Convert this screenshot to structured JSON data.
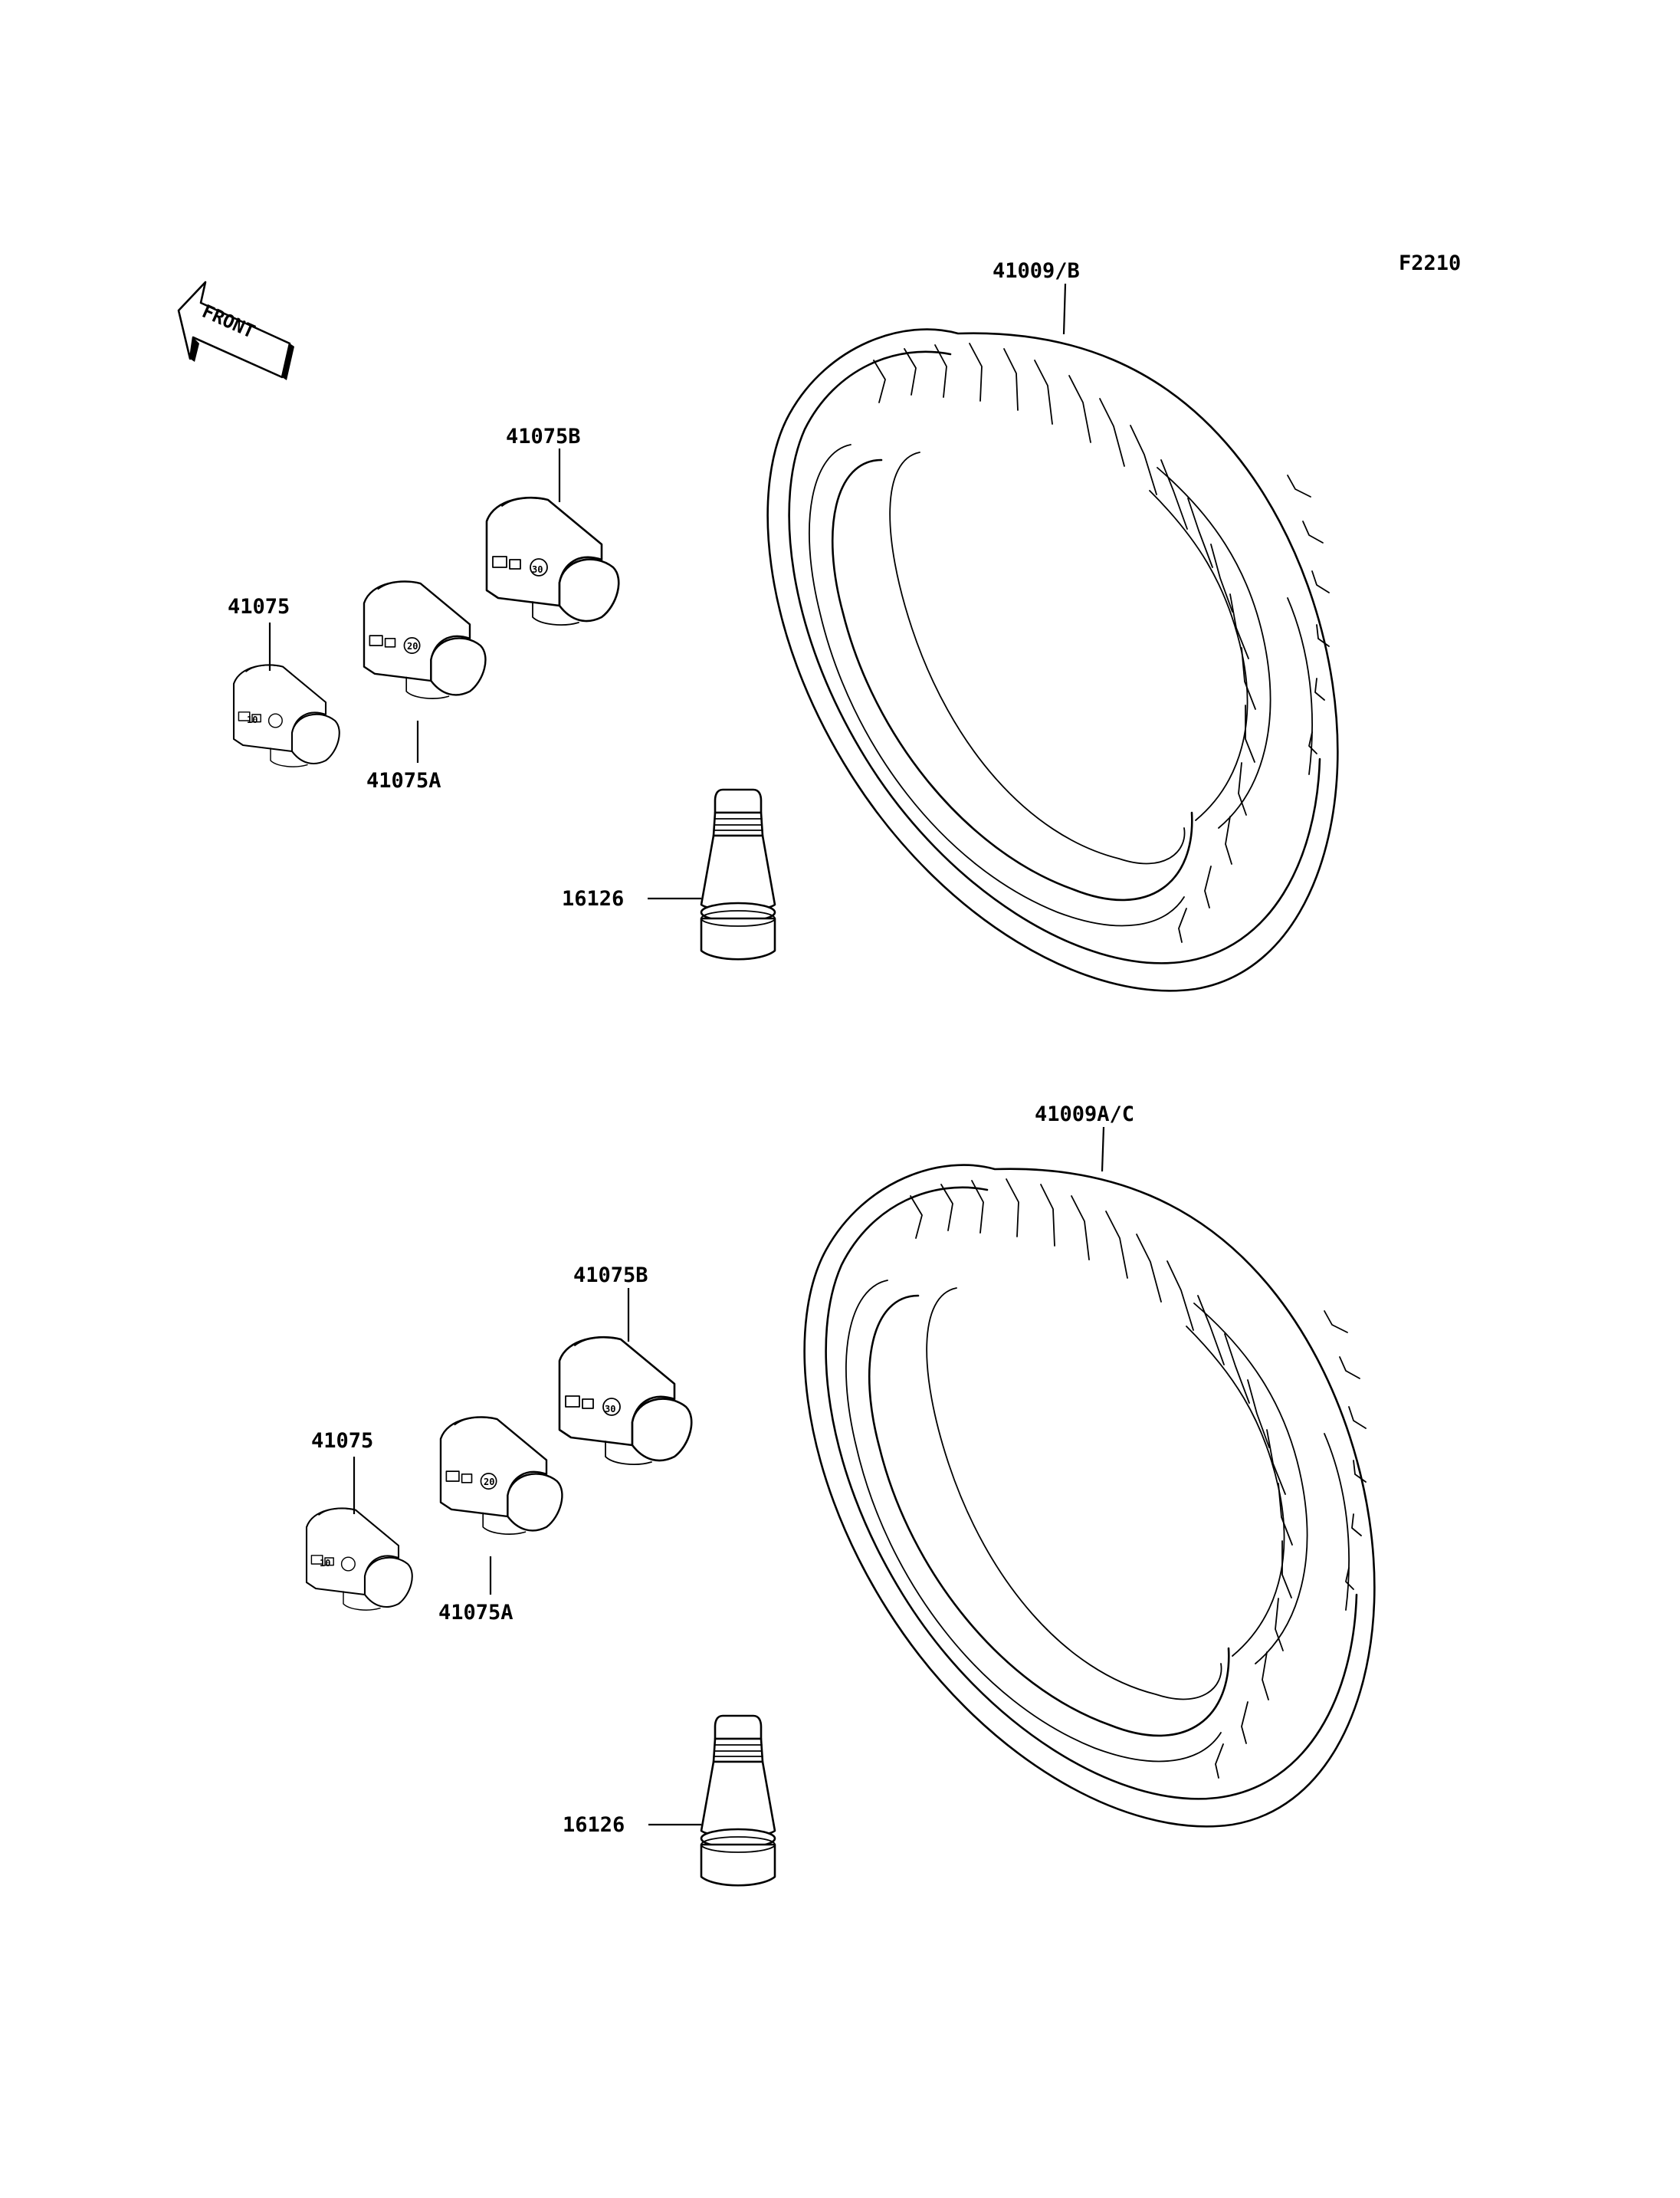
{
  "figure_code": "F2210",
  "front_arrow": {
    "label": "FRONT"
  },
  "top_group": {
    "tire_label": "41009/B",
    "weight_b_label": "41075B",
    "weight_label": "41075",
    "weight_a_label": "41075A",
    "valve_label": "16126",
    "weight_markings": [
      "30",
      "20",
      "10"
    ]
  },
  "bottom_group": {
    "tire_label": "41009A/C",
    "weight_b_label": "41075B",
    "weight_label": "41075",
    "weight_a_label": "41075A",
    "valve_label": "16126",
    "weight_markings": [
      "30",
      "20",
      "10"
    ]
  }
}
